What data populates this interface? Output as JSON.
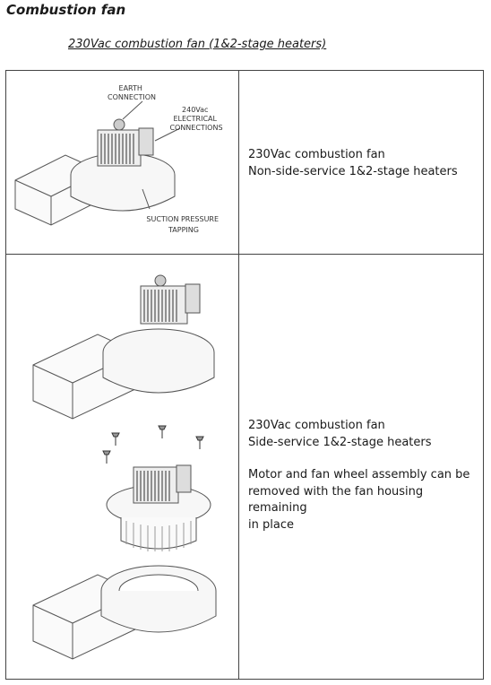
{
  "section_title": "Combustion fan",
  "subtitle": "230Vac combustion fan (1&2-stage heaters)",
  "rows": [
    {
      "figure_labels": {
        "earth": [
          "EARTH",
          "CONNECTION"
        ],
        "electrical": [
          "240Vac",
          "ELECTRICAL",
          "CONNECTIONS"
        ],
        "suction": [
          "SUCTION PRESSURE",
          "TAPPING"
        ]
      },
      "lines": [
        "230Vac combustion fan",
        "Non-side-service 1&2-stage heaters"
      ]
    },
    {
      "lines": [
        "230Vac combustion fan",
        "Side-service 1&2-stage heaters"
      ],
      "note": [
        "Motor and fan wheel assembly can be",
        "removed with the fan housing remaining",
        "in place"
      ]
    }
  ]
}
